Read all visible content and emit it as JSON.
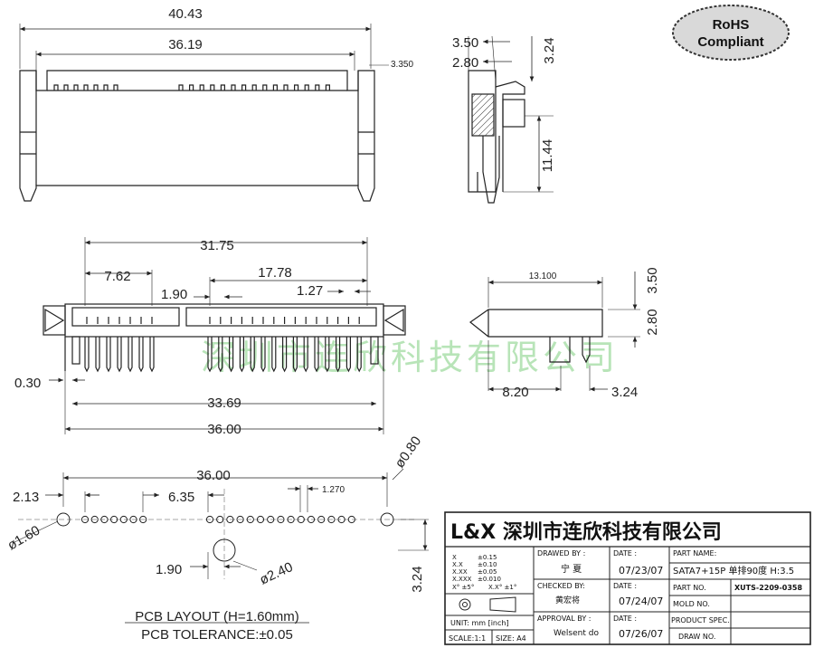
{
  "badge": {
    "line1": "RoHS",
    "line2": "Compliant"
  },
  "top_view": {
    "overall": "40.43",
    "inner": "36.19",
    "height_side": "3.350"
  },
  "side_view": {
    "w1": "3.50",
    "w2": "2.80",
    "v1": "3.24",
    "h": "11.44"
  },
  "front_view": {
    "d1": "31.75",
    "d2": "7.62",
    "d3": "17.78",
    "d4": "1.90",
    "d5": "1.27",
    "d6": "0.30",
    "d7": "33.69",
    "d8": "36.00"
  },
  "side_view2": {
    "d1": "13.100",
    "v1": "3.50",
    "v2": "2.80",
    "d2": "8.20",
    "d3": "3.24"
  },
  "pcb": {
    "d1": "36.00",
    "d2": "2.13",
    "d3": "6.35",
    "d4": "1.270",
    "d5": "ø0.80",
    "d6": "ø1.60",
    "d7": "1.90",
    "d8": "ø2.40",
    "d9": "3.24",
    "layout": "PCB LAYOUT (H=1.60mm)",
    "tolerance": "PCB TOLERANCE:±0.05"
  },
  "watermark": "深圳市连欣科技有限公司",
  "title_block": {
    "company": "L&X  深圳市连欣科技有限公司",
    "tol": [
      {
        "k": "X",
        "v": "±0.15"
      },
      {
        "k": "X.X",
        "v": "±0.10"
      },
      {
        "k": "X.XX",
        "v": "±0.05"
      },
      {
        "k": "X.XXX",
        "v": "±0.010"
      },
      {
        "k": "X° ±5°",
        "v": "X.X° ±1°"
      }
    ],
    "unit": "UNIT: mm [inch]",
    "scale": "SCALE:1:1",
    "size": "SIZE: A4",
    "drawn_by_label": "DRAWED BY :",
    "drawn_by": "宁 夏",
    "checked_by_label": "CHECKED BY:",
    "checked_by": "黄宏将",
    "approval_label": "APPROVAL BY :",
    "approval_by": "Welsent do",
    "date_label": "DATE :",
    "date1": "07/23/07",
    "date2": "07/24/07",
    "date3": "07/26/07",
    "part_name_label": "PART NAME:",
    "part_name": "SATA7+15P 单排90度 H:3.5",
    "part_no_label": "PART NO.",
    "part_no": "XUTS-2209-0358",
    "mold_label": "MOLD NO.",
    "spec_label": "PRODUCT SPEC.",
    "draw_label": "DRAW NO."
  }
}
